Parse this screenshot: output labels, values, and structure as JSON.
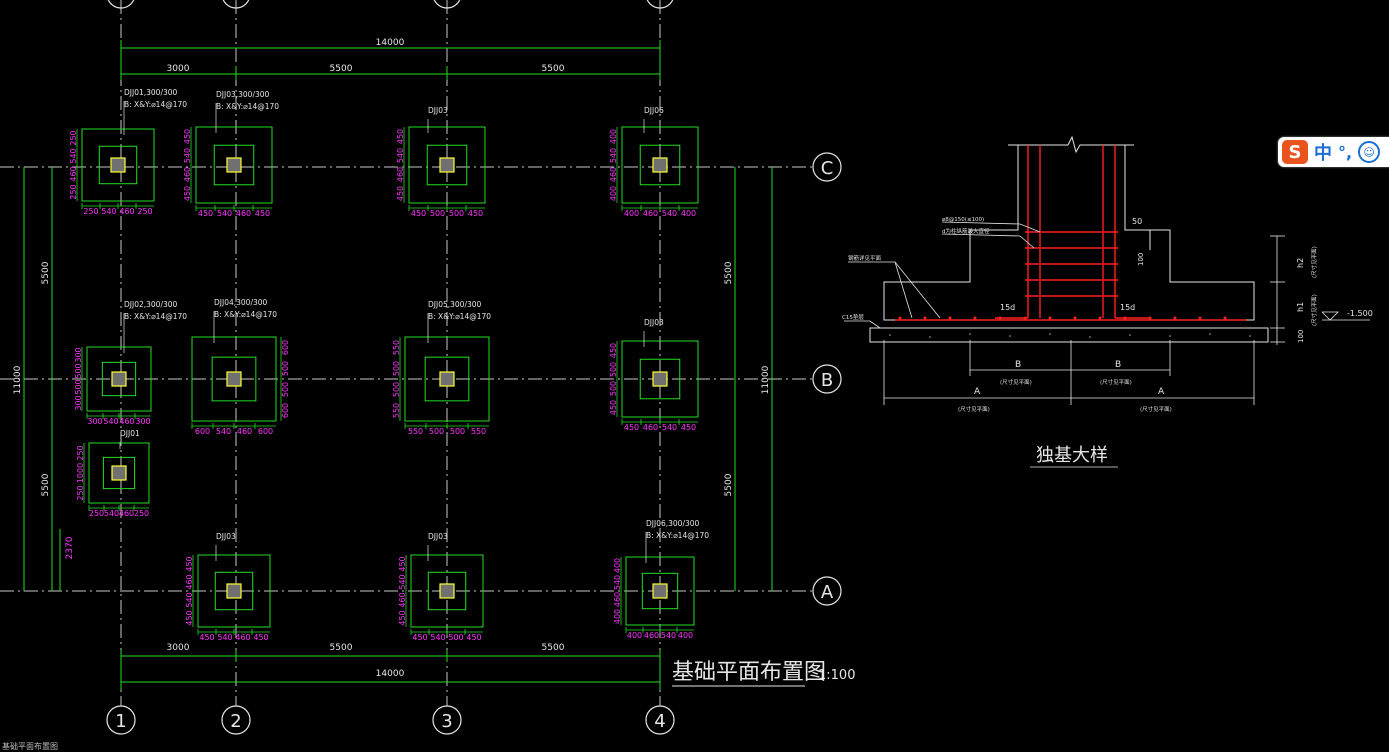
{
  "plan": {
    "title": "基础平面布置图",
    "scale": "1:100",
    "total_dim": "14000",
    "spans": [
      "3000",
      "5500",
      "5500"
    ],
    "v_spans": [
      "5500",
      "5500"
    ],
    "v_total": "11000",
    "v_bottom": "2370",
    "axis_h": [
      "1",
      "2",
      "3",
      "4"
    ],
    "axis_v": [
      "C",
      "B",
      "A"
    ]
  },
  "footings": {
    "djj01_a": {
      "name": "DJJ01,300/300",
      "rebar": "B: X&Y:⌀14@170",
      "dims_l": [
        "250",
        "540",
        "460",
        "250"
      ],
      "dims_b": [
        "250",
        "540",
        "460",
        "250"
      ]
    },
    "djj03_a": {
      "name": "DJJ03,300/300",
      "rebar": "B: X&Y:⌀14@170",
      "dims_l": [
        "450",
        "540",
        "460",
        "450"
      ],
      "dims_b": [
        "450",
        "540",
        "460",
        "450"
      ]
    },
    "djj03_b": {
      "name": "DJJ03",
      "dims_l": [
        "450",
        "540",
        "460",
        "450"
      ],
      "dims_b": [
        "450",
        "500",
        "500",
        "450"
      ]
    },
    "djj06_a": {
      "name": "DJJ06",
      "dims_l": [
        "400",
        "540",
        "460",
        "400"
      ],
      "dims_b": [
        "400",
        "460",
        "540",
        "400"
      ]
    },
    "djj02": {
      "name": "DJJ02,300/300",
      "rebar": "B: X&Y:⌀14@170",
      "dims_l": [
        "300",
        "500",
        "500",
        "300"
      ],
      "dims_b": [
        "300",
        "540",
        "460",
        "300"
      ]
    },
    "djj04": {
      "name": "DJJ04,300/300",
      "rebar": "B: X&Y:⌀14@170",
      "dims_r": [
        "600",
        "500",
        "500",
        "600"
      ],
      "dims_b": [
        "600",
        "540",
        "460",
        "600"
      ]
    },
    "djj05": {
      "name": "DJJ05,300/300",
      "rebar": "B: X&Y:⌀14@170",
      "dims_l": [
        "550",
        "500",
        "500",
        "550"
      ],
      "dims_b": [
        "550",
        "500",
        "500",
        "550"
      ]
    },
    "djj03_c": {
      "name": "DJJ03",
      "dims_l": [
        "450",
        "500",
        "500",
        "450"
      ],
      "dims_b": [
        "450",
        "460",
        "540",
        "450"
      ]
    },
    "djj01_b": {
      "name": "DJJ01",
      "dims_l": [
        "250",
        "1000",
        "250"
      ],
      "dims_b": [
        "250",
        "540",
        "460",
        "250"
      ]
    },
    "djj03_d": {
      "name": "DJJ03",
      "dims_l": [
        "450",
        "460",
        "540",
        "450"
      ],
      "dims_b": [
        "450",
        "540",
        "460",
        "450"
      ]
    },
    "djj03_e": {
      "name": "DJJ03",
      "dims_l": [
        "450",
        "540",
        "460",
        "450"
      ],
      "dims_b": [
        "450",
        "540",
        "500",
        "450"
      ]
    },
    "djj06_b": {
      "name": "DJJ06,300/300",
      "rebar": "B: X&Y:⌀14@170",
      "dims_l": [
        "400",
        "540",
        "460",
        "400"
      ],
      "dims_b": [
        "400",
        "460",
        "540",
        "400"
      ]
    }
  },
  "detail": {
    "title": "独基大样",
    "note1": "⌀8@150(≤100)",
    "note2": "d为柱纵筋最大直径",
    "note3": "钢筋详见平面",
    "note4": "C15垫层",
    "dim_50": "50",
    "dim_100": "100",
    "dim_h2": "h2",
    "dim_h1": "h1",
    "dim_h2_note": "(尺寸见平面)",
    "dim_h1_note": "(尺寸见平面)",
    "dim_300": "100",
    "lap_15d_l": "15d",
    "lap_15d_r": "15d",
    "elev": "-1.500",
    "b_label": "B",
    "a_label": "A",
    "b_note": "(尺寸见平面)",
    "a_note": "(尺寸见平面)"
  },
  "ime": {
    "zh": "中",
    "punct": "°,"
  },
  "status": {
    "text": "基础平面布置图"
  }
}
